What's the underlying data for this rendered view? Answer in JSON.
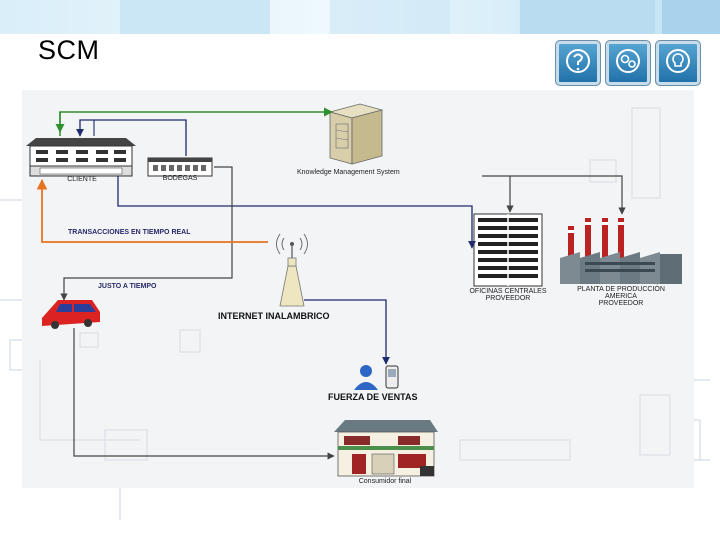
{
  "slide": {
    "title": "SCM"
  },
  "logos": [
    {
      "icon": "head-question-icon"
    },
    {
      "icon": "head-gears-icon"
    },
    {
      "icon": "head-lightbulb-icon"
    }
  ],
  "diagram": {
    "nodes": {
      "cliente": "CLIENTE",
      "bodegas": "BODEGAS",
      "kms": "Knowledge Management System",
      "oficinas_line1": "OFICINAS CENTRALES",
      "oficinas_line2": "PROVEEDOR",
      "planta_line1": "PLANTA DE PRODUCCIÓN",
      "planta_line2": "AMERICA",
      "planta_line3": "PROVEEDOR",
      "internet": "INTERNET INALAMBRICO",
      "fuerza": "FUERZA DE VENTAS",
      "consumidor": "Consumidor final"
    },
    "edges": {
      "transacciones": "TRANSACCIONES EN TIEMPO REAL",
      "justo": "JUSTO A TIEMPO"
    },
    "colors": {
      "arrow_main": "#1f2b6e",
      "arrow_realtime": "#e8731f",
      "arrow_kms": "#2f8f2f",
      "arrow_gray": "#444444"
    }
  }
}
